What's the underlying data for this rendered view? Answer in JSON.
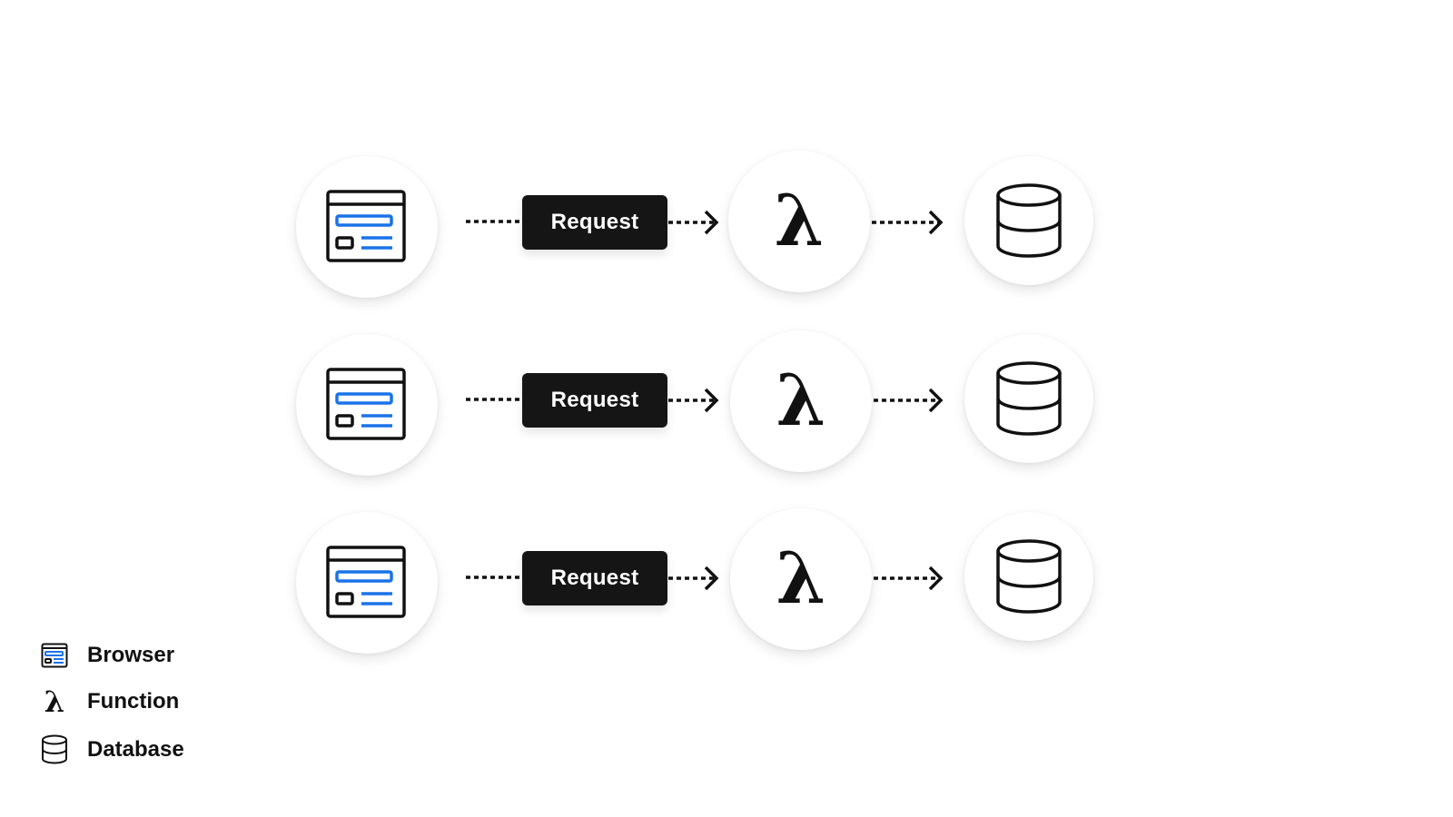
{
  "colors": {
    "accent": "#1a73e8",
    "ink": "#111111",
    "pill_bg": "#151515",
    "pill_text": "#ffffff"
  },
  "icons": {
    "browser": "browser-window-icon",
    "function": "lambda",
    "database": "database-cylinder-icon"
  },
  "rows": [
    {
      "request_label": "Request",
      "function_symbol": "λ"
    },
    {
      "request_label": "Request",
      "function_symbol": "λ"
    },
    {
      "request_label": "Request",
      "function_symbol": "λ"
    }
  ],
  "legend": [
    {
      "icon": "browser-window-icon",
      "label": "Browser"
    },
    {
      "icon": "lambda",
      "symbol": "λ",
      "label": "Function"
    },
    {
      "icon": "database-cylinder-icon",
      "label": "Database"
    }
  ]
}
